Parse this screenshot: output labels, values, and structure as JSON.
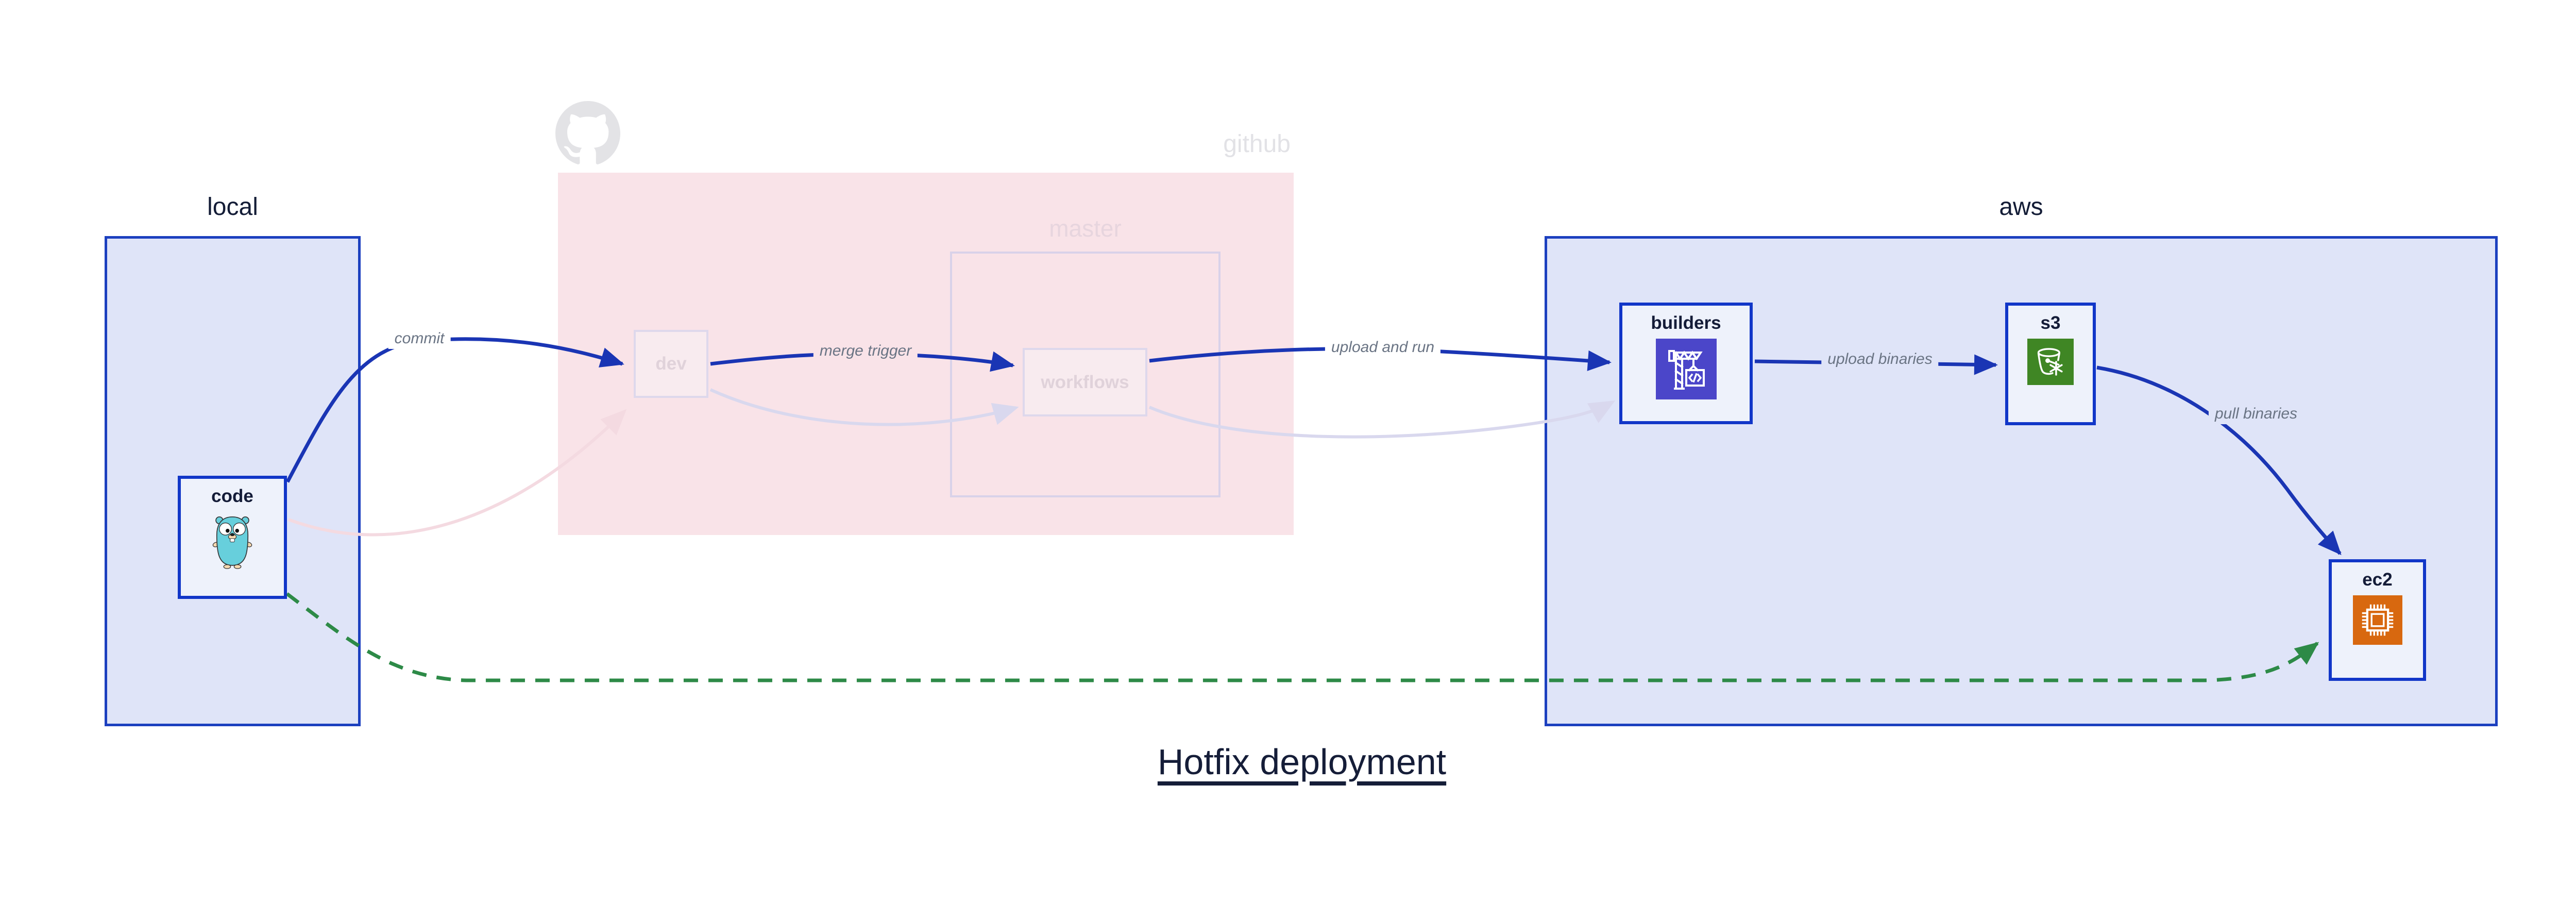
{
  "diagram": {
    "title": "Hotfix deployment",
    "groups": {
      "local": {
        "label": "local"
      },
      "github": {
        "label": "github",
        "branch_label": "master"
      },
      "aws": {
        "label": "aws"
      }
    },
    "nodes": {
      "code": {
        "label": "code"
      },
      "dev": {
        "label": "dev"
      },
      "workflows": {
        "label": "workflows"
      },
      "builders": {
        "label": "builders"
      },
      "s3": {
        "label": "s3"
      },
      "ec2": {
        "label": "ec2"
      }
    },
    "edges": {
      "commit": {
        "label": "commit"
      },
      "merge_trigger": {
        "label": "merge trigger"
      },
      "upload_and_run": {
        "label": "upload and run"
      },
      "upload_binaries": {
        "label": "upload binaries"
      },
      "pull_binaries": {
        "label": "pull binaries"
      },
      "hotfix_path": {
        "label": ""
      }
    },
    "icons": {
      "code": "go-gopher-icon",
      "github": "github-octocat-icon",
      "builders": "aws-codebuild-crane-icon",
      "s3": "aws-s3-glacier-bucket-icon",
      "ec2": "aws-ec2-chip-icon"
    },
    "colors": {
      "group_fill": "#dfe4f8",
      "group_border": "#1c40bf",
      "node_fill": "#eef2fb",
      "node_border": "#1136c8",
      "github_fill": "#f9e3e8",
      "master_border": "#d9d2e9",
      "faded_text": "#e0d2da",
      "edge_blue": "#1a35b4",
      "edge_green": "#2d8a47",
      "edge_faded_pink": "#f4dae1",
      "edge_faded_lavender": "#d9d8ee",
      "edge_label_text": "#6a7484",
      "dark_text": "#141c38",
      "github_gray": "#e3e3e6",
      "builders_icon_bg": "#4b46c9",
      "s3_icon_bg": "#3f8624",
      "ec2_icon_bg": "#d8680f",
      "gopher_teal": "#67cfdc"
    }
  }
}
